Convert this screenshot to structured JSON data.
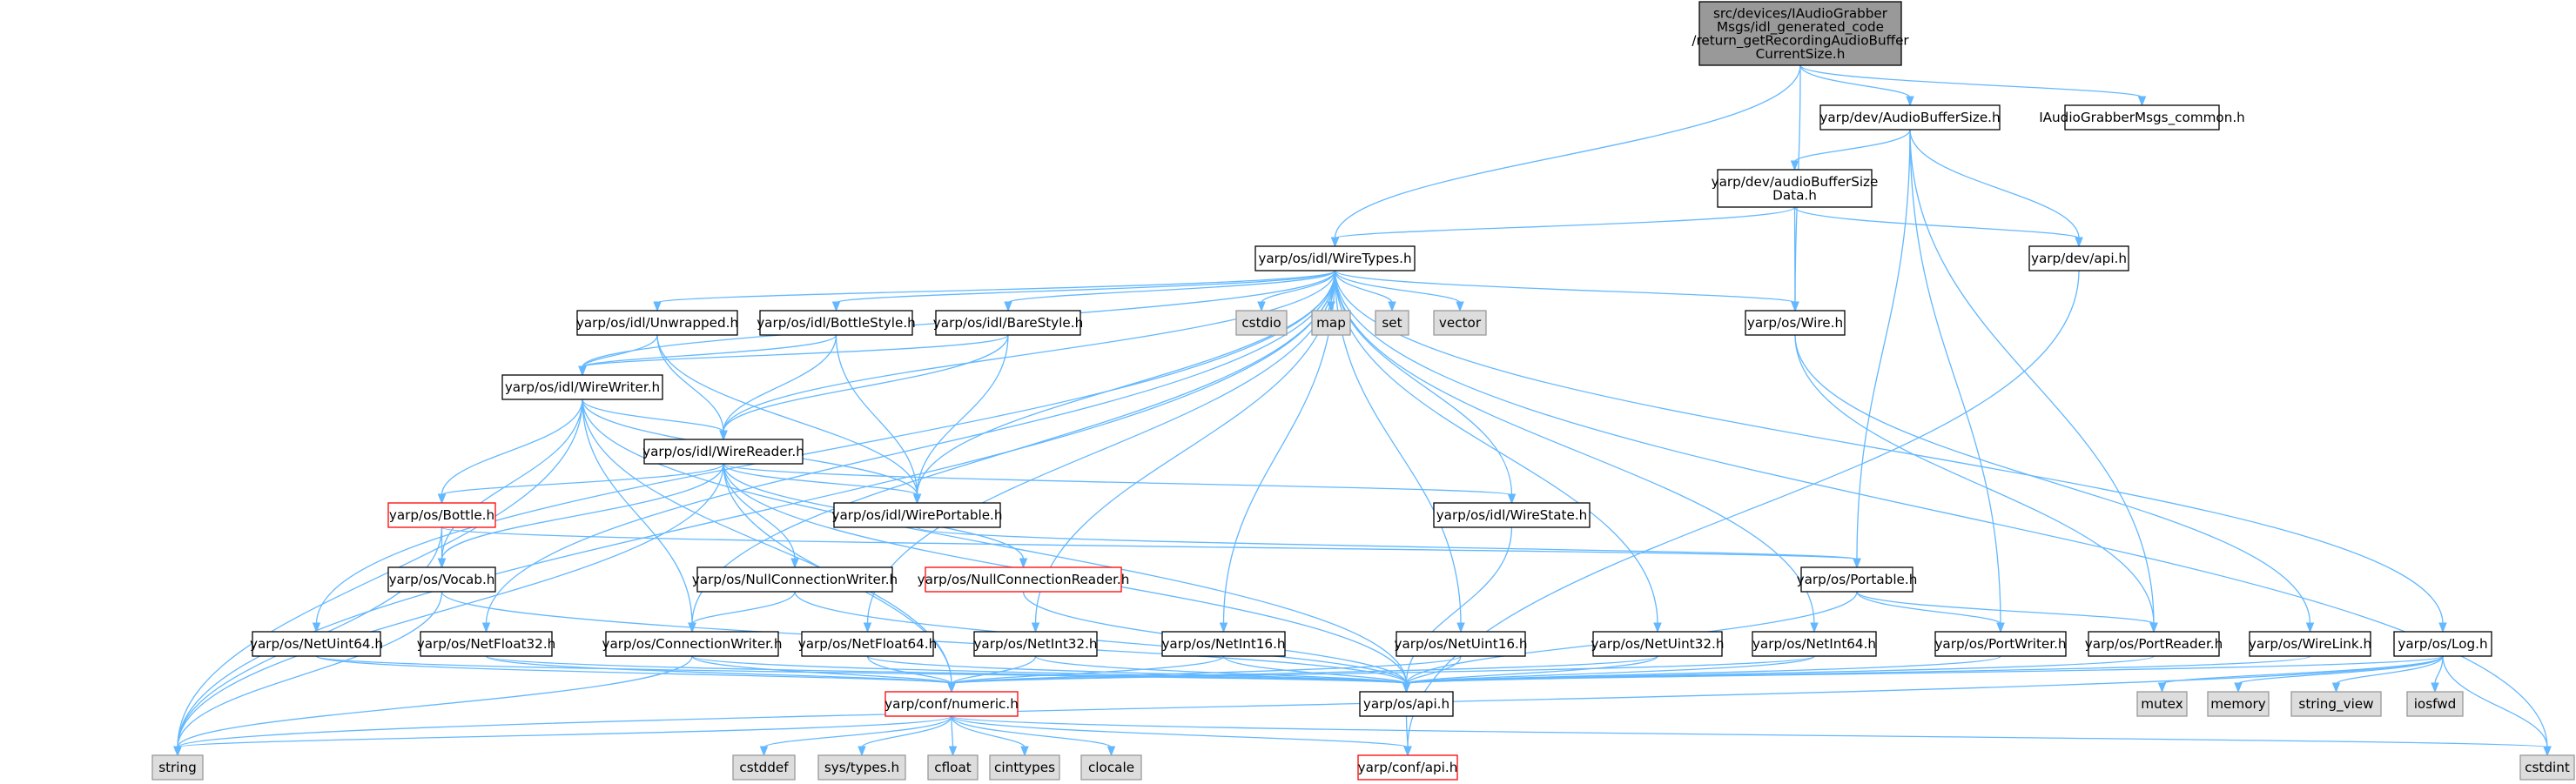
{
  "diagram": {
    "colors": {
      "edge": "#63b8ff",
      "root_fill": "#999999",
      "node_fill": "#ffffff",
      "node_stroke": "#000000",
      "external_fill": "#dddddd",
      "external_stroke": "#999999",
      "incomplete_stroke": "#ff0000"
    },
    "nodes": [
      {
        "id": "root",
        "label": "src/devices/IAudioGrabber\nMsgs/idl_generated_code\n/return_getRecordingAudioBuffer\nCurrentSize.h",
        "style": "root"
      },
      {
        "id": "audiobuffersize",
        "label": "yarp/dev/AudioBufferSize.h",
        "style": "normal"
      },
      {
        "id": "iagm_common",
        "label": "IAudioGrabberMsgs_common.h",
        "style": "normal"
      },
      {
        "id": "abs_data",
        "label": "yarp/dev/audioBufferSize\nData.h",
        "style": "normal"
      },
      {
        "id": "wiretypes",
        "label": "yarp/os/idl/WireTypes.h",
        "style": "normal"
      },
      {
        "id": "devapi",
        "label": "yarp/dev/api.h",
        "style": "normal"
      },
      {
        "id": "unwrapped",
        "label": "yarp/os/idl/Unwrapped.h",
        "style": "normal"
      },
      {
        "id": "bottlestyle",
        "label": "yarp/os/idl/BottleStyle.h",
        "style": "normal"
      },
      {
        "id": "barestyle",
        "label": "yarp/os/idl/BareStyle.h",
        "style": "normal"
      },
      {
        "id": "cstdio",
        "label": "cstdio",
        "style": "external"
      },
      {
        "id": "map",
        "label": "map",
        "style": "external"
      },
      {
        "id": "set",
        "label": "set",
        "style": "external"
      },
      {
        "id": "vector",
        "label": "vector",
        "style": "external"
      },
      {
        "id": "wire",
        "label": "yarp/os/Wire.h",
        "style": "normal"
      },
      {
        "id": "wirewriter",
        "label": "yarp/os/idl/WireWriter.h",
        "style": "normal"
      },
      {
        "id": "wirereader",
        "label": "yarp/os/idl/WireReader.h",
        "style": "normal"
      },
      {
        "id": "bottle",
        "label": "yarp/os/Bottle.h",
        "style": "incomplete"
      },
      {
        "id": "wireportable",
        "label": "yarp/os/idl/WirePortable.h",
        "style": "normal"
      },
      {
        "id": "wirestate",
        "label": "yarp/os/idl/WireState.h",
        "style": "normal"
      },
      {
        "id": "vocab",
        "label": "yarp/os/Vocab.h",
        "style": "normal"
      },
      {
        "id": "nullconnwriter",
        "label": "yarp/os/NullConnectionWriter.h",
        "style": "normal"
      },
      {
        "id": "nullconnreader",
        "label": "yarp/os/NullConnectionReader.h",
        "style": "incomplete"
      },
      {
        "id": "portable",
        "label": "yarp/os/Portable.h",
        "style": "normal"
      },
      {
        "id": "netuint64",
        "label": "yarp/os/NetUint64.h",
        "style": "normal"
      },
      {
        "id": "netfloat32",
        "label": "yarp/os/NetFloat32.h",
        "style": "normal"
      },
      {
        "id": "connwriter",
        "label": "yarp/os/ConnectionWriter.h",
        "style": "normal"
      },
      {
        "id": "netfloat64",
        "label": "yarp/os/NetFloat64.h",
        "style": "normal"
      },
      {
        "id": "netint32",
        "label": "yarp/os/NetInt32.h",
        "style": "normal"
      },
      {
        "id": "netint16",
        "label": "yarp/os/NetInt16.h",
        "style": "normal"
      },
      {
        "id": "netuint16",
        "label": "yarp/os/NetUint16.h",
        "style": "normal"
      },
      {
        "id": "netuint32",
        "label": "yarp/os/NetUint32.h",
        "style": "normal"
      },
      {
        "id": "netint64",
        "label": "yarp/os/NetInt64.h",
        "style": "normal"
      },
      {
        "id": "portwriter",
        "label": "yarp/os/PortWriter.h",
        "style": "normal"
      },
      {
        "id": "portreader",
        "label": "yarp/os/PortReader.h",
        "style": "normal"
      },
      {
        "id": "wirelink",
        "label": "yarp/os/WireLink.h",
        "style": "normal"
      },
      {
        "id": "log",
        "label": "yarp/os/Log.h",
        "style": "normal"
      },
      {
        "id": "numeric",
        "label": "yarp/conf/numeric.h",
        "style": "incomplete"
      },
      {
        "id": "osapi",
        "label": "yarp/os/api.h",
        "style": "normal"
      },
      {
        "id": "mutex",
        "label": "mutex",
        "style": "external"
      },
      {
        "id": "memory",
        "label": "memory",
        "style": "external"
      },
      {
        "id": "string_view",
        "label": "string_view",
        "style": "external"
      },
      {
        "id": "iosfwd",
        "label": "iosfwd",
        "style": "external"
      },
      {
        "id": "string",
        "label": "string",
        "style": "external"
      },
      {
        "id": "cstddef",
        "label": "cstddef",
        "style": "external"
      },
      {
        "id": "systypes",
        "label": "sys/types.h",
        "style": "external"
      },
      {
        "id": "cfloat",
        "label": "cfloat",
        "style": "external"
      },
      {
        "id": "cinttypes",
        "label": "cinttypes",
        "style": "external"
      },
      {
        "id": "clocale",
        "label": "clocale",
        "style": "external"
      },
      {
        "id": "confapi",
        "label": "yarp/conf/api.h",
        "style": "incomplete"
      },
      {
        "id": "cstdint",
        "label": "cstdint",
        "style": "external"
      }
    ],
    "edges": [
      [
        "root",
        "audiobuffersize"
      ],
      [
        "root",
        "iagm_common"
      ],
      [
        "root",
        "wiretypes"
      ],
      [
        "root",
        "wire"
      ],
      [
        "audiobuffersize",
        "abs_data"
      ],
      [
        "audiobuffersize",
        "devapi"
      ],
      [
        "audiobuffersize",
        "portable"
      ],
      [
        "audiobuffersize",
        "portwriter"
      ],
      [
        "audiobuffersize",
        "portreader"
      ],
      [
        "abs_data",
        "wiretypes"
      ],
      [
        "abs_data",
        "devapi"
      ],
      [
        "abs_data",
        "wire"
      ],
      [
        "devapi",
        "confapi"
      ],
      [
        "wiretypes",
        "unwrapped"
      ],
      [
        "wiretypes",
        "bottlestyle"
      ],
      [
        "wiretypes",
        "barestyle"
      ],
      [
        "wiretypes",
        "cstdio"
      ],
      [
        "wiretypes",
        "map"
      ],
      [
        "wiretypes",
        "set"
      ],
      [
        "wiretypes",
        "vector"
      ],
      [
        "wiretypes",
        "wire"
      ],
      [
        "wiretypes",
        "wirewriter"
      ],
      [
        "wiretypes",
        "wirereader"
      ],
      [
        "wiretypes",
        "wireportable"
      ],
      [
        "wiretypes",
        "wirestate"
      ],
      [
        "wiretypes",
        "string"
      ],
      [
        "wiretypes",
        "cstdint"
      ],
      [
        "wiretypes",
        "netuint64"
      ],
      [
        "wiretypes",
        "netfloat32"
      ],
      [
        "wiretypes",
        "connwriter"
      ],
      [
        "wiretypes",
        "netfloat64"
      ],
      [
        "wiretypes",
        "netint32"
      ],
      [
        "wiretypes",
        "netint16"
      ],
      [
        "wiretypes",
        "netuint16"
      ],
      [
        "wiretypes",
        "netuint32"
      ],
      [
        "wiretypes",
        "netint64"
      ],
      [
        "wiretypes",
        "log"
      ],
      [
        "unwrapped",
        "wirewriter"
      ],
      [
        "unwrapped",
        "wirereader"
      ],
      [
        "unwrapped",
        "wireportable"
      ],
      [
        "bottlestyle",
        "wirewriter"
      ],
      [
        "bottlestyle",
        "wirereader"
      ],
      [
        "bottlestyle",
        "wireportable"
      ],
      [
        "barestyle",
        "wirewriter"
      ],
      [
        "barestyle",
        "wirereader"
      ],
      [
        "barestyle",
        "wireportable"
      ],
      [
        "wirewriter",
        "wirereader"
      ],
      [
        "wirewriter",
        "bottle"
      ],
      [
        "wirewriter",
        "vocab"
      ],
      [
        "wirewriter",
        "wireportable"
      ],
      [
        "wirewriter",
        "string"
      ],
      [
        "wirewriter",
        "numeric"
      ],
      [
        "wirewriter",
        "connwriter"
      ],
      [
        "wirewriter",
        "osapi"
      ],
      [
        "wirereader",
        "bottle"
      ],
      [
        "wirereader",
        "wireportable"
      ],
      [
        "wirereader",
        "wirestate"
      ],
      [
        "wirereader",
        "vocab"
      ],
      [
        "wirereader",
        "nullconnwriter"
      ],
      [
        "wirereader",
        "nullconnreader"
      ],
      [
        "wirereader",
        "string"
      ],
      [
        "wirereader",
        "numeric"
      ],
      [
        "wirereader",
        "osapi"
      ],
      [
        "bottle",
        "vocab"
      ],
      [
        "bottle",
        "portable"
      ],
      [
        "bottle",
        "string"
      ],
      [
        "wireportable",
        "portable"
      ],
      [
        "wirestate",
        "osapi"
      ],
      [
        "vocab",
        "string"
      ],
      [
        "vocab",
        "osapi"
      ],
      [
        "nullconnwriter",
        "connwriter"
      ],
      [
        "nullconnwriter",
        "osapi"
      ],
      [
        "nullconnreader",
        "osapi"
      ],
      [
        "wire",
        "portreader"
      ],
      [
        "wire",
        "wirelink"
      ],
      [
        "portable",
        "portwriter"
      ],
      [
        "portable",
        "portreader"
      ],
      [
        "portable",
        "osapi"
      ],
      [
        "portwriter",
        "osapi"
      ],
      [
        "portreader",
        "osapi"
      ],
      [
        "wirelink",
        "osapi"
      ],
      [
        "netuint64",
        "numeric"
      ],
      [
        "netuint64",
        "osapi"
      ],
      [
        "netfloat32",
        "numeric"
      ],
      [
        "netfloat32",
        "osapi"
      ],
      [
        "connwriter",
        "numeric"
      ],
      [
        "connwriter",
        "string"
      ],
      [
        "connwriter",
        "osapi"
      ],
      [
        "netfloat64",
        "numeric"
      ],
      [
        "netfloat64",
        "osapi"
      ],
      [
        "netint32",
        "numeric"
      ],
      [
        "netint32",
        "osapi"
      ],
      [
        "netint16",
        "numeric"
      ],
      [
        "netint16",
        "osapi"
      ],
      [
        "netuint16",
        "numeric"
      ],
      [
        "netuint16",
        "osapi"
      ],
      [
        "netuint32",
        "numeric"
      ],
      [
        "netuint32",
        "osapi"
      ],
      [
        "netint64",
        "numeric"
      ],
      [
        "netint64",
        "osapi"
      ],
      [
        "log",
        "osapi"
      ],
      [
        "log",
        "mutex"
      ],
      [
        "log",
        "memory"
      ],
      [
        "log",
        "string_view"
      ],
      [
        "log",
        "iosfwd"
      ],
      [
        "log",
        "cstdint"
      ],
      [
        "log",
        "string"
      ],
      [
        "numeric",
        "string"
      ],
      [
        "numeric",
        "cstddef"
      ],
      [
        "numeric",
        "systypes"
      ],
      [
        "numeric",
        "cfloat"
      ],
      [
        "numeric",
        "cinttypes"
      ],
      [
        "numeric",
        "clocale"
      ],
      [
        "numeric",
        "cstdint"
      ],
      [
        "numeric",
        "confapi"
      ],
      [
        "osapi",
        "confapi"
      ]
    ]
  }
}
